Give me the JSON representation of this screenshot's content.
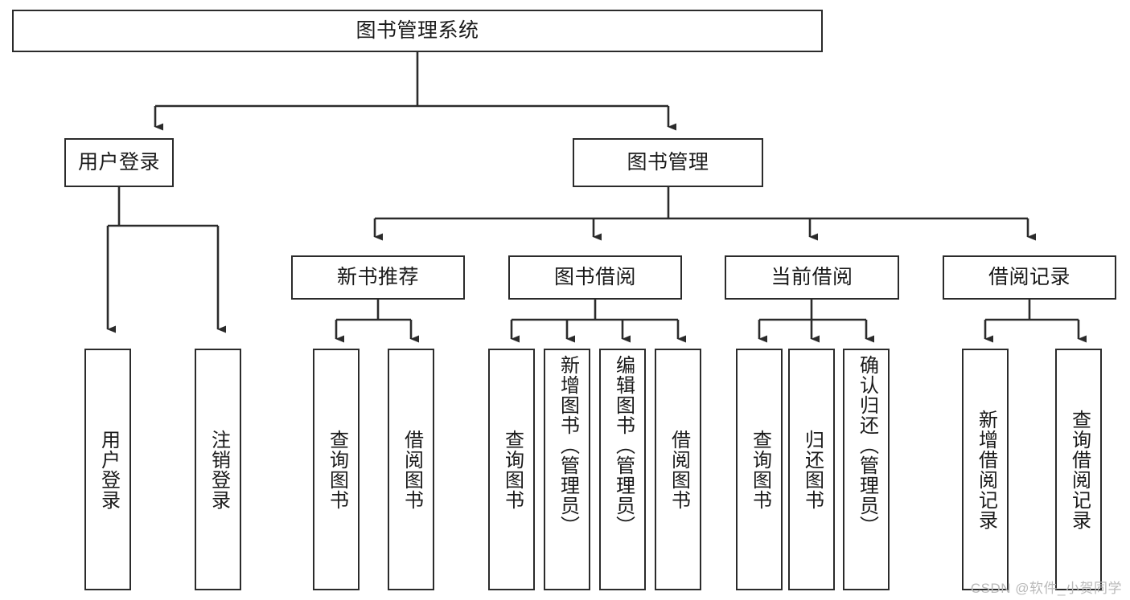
{
  "diagram": {
    "type": "tree-hierarchy",
    "title": "图书管理系统",
    "colors": {
      "box_border": "#2b2b2b",
      "box_fill": "#ffffff",
      "connector": "#2b2b2b",
      "text": "#1a1a1a",
      "watermark": "#b9b9b9",
      "background": "#ffffff"
    },
    "root": {
      "label": "图书管理系统"
    },
    "level1": [
      {
        "id": "user-login",
        "label": "用户登录"
      },
      {
        "id": "book-manage",
        "label": "图书管理"
      }
    ],
    "level2": [
      {
        "id": "new-book-rec",
        "label": "新书推荐",
        "parent": "book-manage"
      },
      {
        "id": "book-borrow",
        "label": "图书借阅",
        "parent": "book-manage"
      },
      {
        "id": "current-borrow",
        "label": "当前借阅",
        "parent": "book-manage"
      },
      {
        "id": "borrow-record",
        "label": "借阅记录",
        "parent": "book-manage"
      }
    ],
    "leaves": {
      "user_login": [
        {
          "id": "leaf-user-login",
          "label": "用户登录"
        },
        {
          "id": "leaf-logout-login",
          "label": "注销登录"
        }
      ],
      "new_book_rec": [
        {
          "id": "leaf-query-book-1",
          "label": "查询图书"
        },
        {
          "id": "leaf-borrow-book-1",
          "label": "借阅图书"
        }
      ],
      "book_borrow": [
        {
          "id": "leaf-query-book-2",
          "label": "查询图书"
        },
        {
          "id": "leaf-add-book",
          "label": "新增图书（管理员）"
        },
        {
          "id": "leaf-edit-book",
          "label": "编辑图书（管理员）"
        },
        {
          "id": "leaf-borrow-book-2",
          "label": "借阅图书"
        }
      ],
      "current_borrow": [
        {
          "id": "leaf-query-book-3",
          "label": "查询图书"
        },
        {
          "id": "leaf-return-book",
          "label": "归还图书"
        },
        {
          "id": "leaf-confirm-return",
          "label": "确认归还（管理员）"
        }
      ],
      "borrow_record": [
        {
          "id": "leaf-add-record",
          "label": "新增借阅记录"
        },
        {
          "id": "leaf-query-record",
          "label": "查询借阅记录"
        }
      ]
    },
    "watermark": "CSDN @软件_小贺同学"
  }
}
